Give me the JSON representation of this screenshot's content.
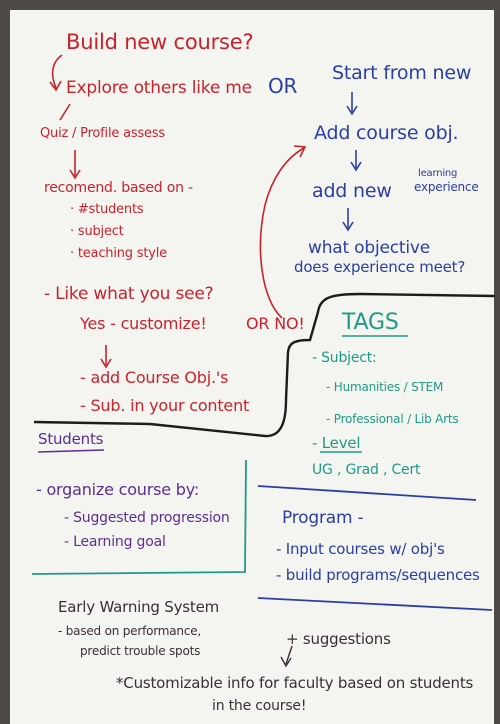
{
  "left_flow": {
    "title": "Build new course?",
    "explore": "Explore others like me",
    "quiz": "Quiz / Profile assess",
    "recommend": "recomend. based on -",
    "rec_items": [
      "· #students",
      "· subject",
      "· teaching style"
    ],
    "like": "- Like what you see?",
    "yes": "Yes - customize!",
    "or_no": "OR NO!",
    "add_obj": "- add Course Obj.'s",
    "sub": "- Sub. in your content"
  },
  "middle": {
    "or": "OR"
  },
  "right_flow": {
    "start": "Start from new",
    "add_obj": "Add course obj.",
    "add_new": "add new",
    "learning_experience": [
      "learning",
      "experience"
    ],
    "question": [
      "what objective",
      "does experience meet?"
    ]
  },
  "tags": {
    "title": "TAGS",
    "subject": "- Subject:",
    "subject_items": [
      "- Humanities / STEM",
      "- Professional / Lib Arts"
    ],
    "level": "- Level",
    "level_values": "UG , Grad , Cert"
  },
  "students": {
    "title": "Students",
    "organize": "- organize course by:",
    "items": [
      "- Suggested progression",
      "- Learning goal"
    ]
  },
  "program": {
    "title": "Program -",
    "items": [
      "- Input courses w/ obj's",
      "- build programs/sequences"
    ]
  },
  "warning": {
    "title": "Early Warning System",
    "lines": [
      "- based on performance,",
      "predict trouble spots"
    ]
  },
  "suggestions": "+ suggestions",
  "customizable": [
    "*Customizable info for faculty based on students",
    "in the course!"
  ]
}
